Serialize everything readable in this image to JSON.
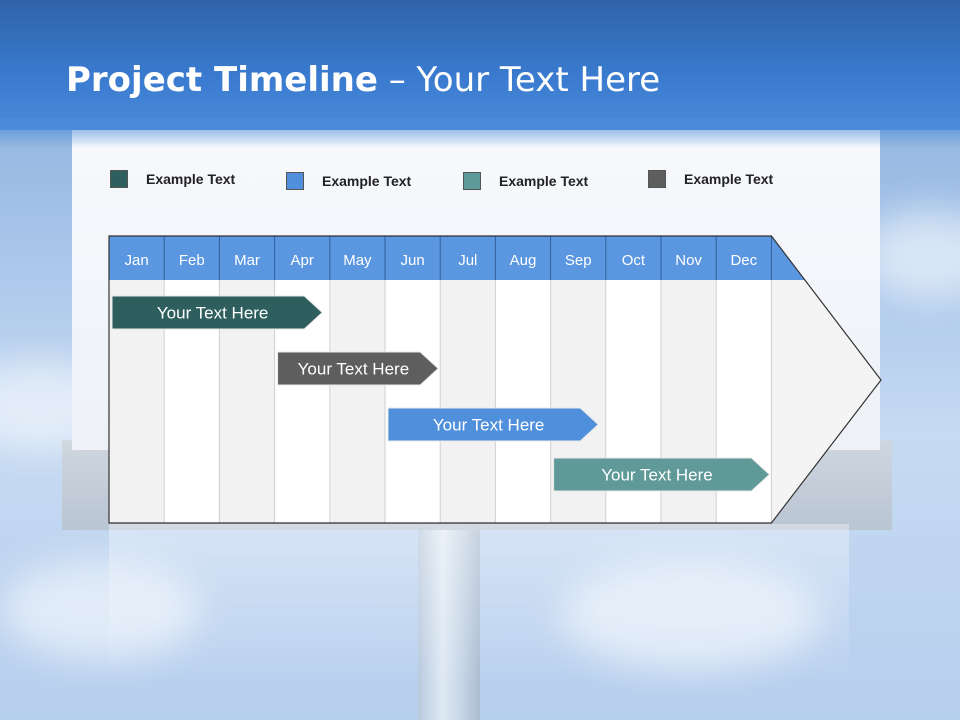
{
  "title": {
    "bold": "Project Timeline",
    "rest": " – Your Text Here"
  },
  "colors": {
    "dark_teal": "#2e5f5e",
    "blue": "#4f8fdc",
    "teal": "#5f9a98",
    "gray": "#5e5e5e",
    "header_blue": "#5a97e0"
  },
  "legend": [
    {
      "label": "Example Text",
      "color": "#2e5f5e"
    },
    {
      "label": "Example Text",
      "color": "#4f8fdc"
    },
    {
      "label": "Example Text",
      "color": "#5f9a98"
    },
    {
      "label": "Example Text",
      "color": "#5e5e5e"
    }
  ],
  "chart_data": {
    "type": "gantt",
    "categories": [
      "Jan",
      "Feb",
      "Mar",
      "Apr",
      "May",
      "Jun",
      "Jul",
      "Aug",
      "Sep",
      "Oct",
      "Nov",
      "Dec"
    ],
    "tasks": [
      {
        "label": "Your  Text Here",
        "start": 0,
        "end": 3.9,
        "color": "#2e5f5e"
      },
      {
        "label": "Your  Text Here",
        "start": 3,
        "end": 6,
        "color": "#5e5e5e"
      },
      {
        "label": "Your  Text Here",
        "start": 5,
        "end": 8.9,
        "color": "#4f8fdc"
      },
      {
        "label": "Your  Text Here",
        "start": 8,
        "end": 12,
        "color": "#5f9a98"
      }
    ]
  }
}
